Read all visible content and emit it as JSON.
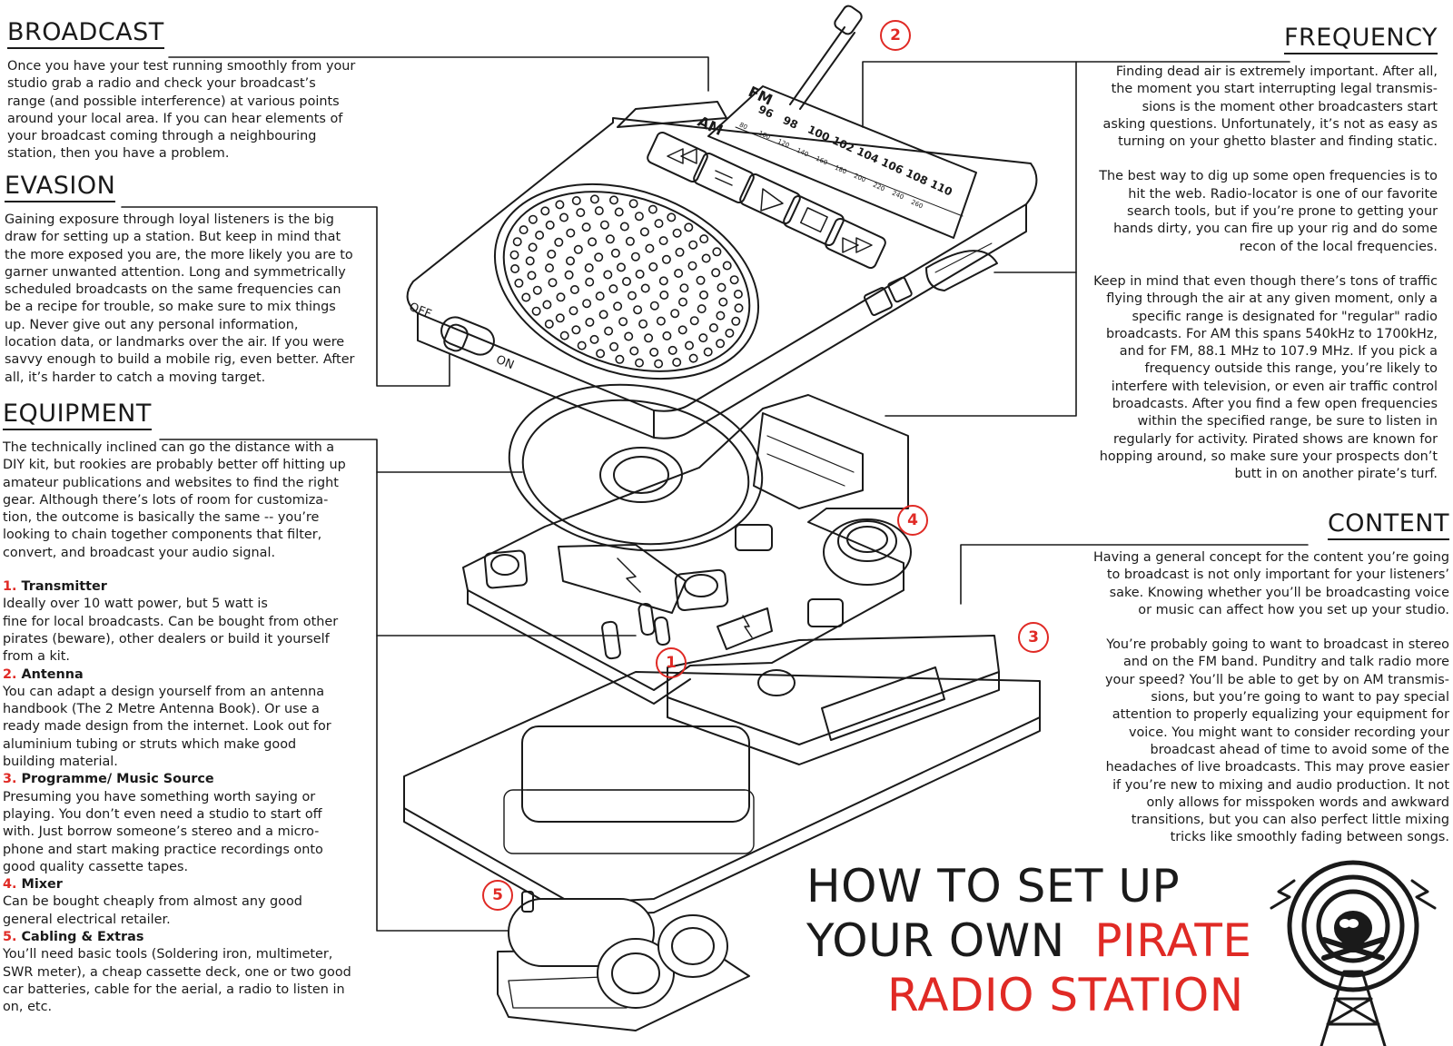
{
  "broadcast": {
    "heading": "BROADCAST",
    "text": "Once you have your test running smoothly from your\nstudio grab a radio and check your broadcast’s\nrange (and possible interference) at various points\naround your local area. If you can hear elements of\nyour broadcast coming through a neighbouring\nstation, then you have a problem."
  },
  "evasion": {
    "heading": "EVASION",
    "text": "Gaining exposure through loyal listeners is the big\ndraw for setting up a station. But keep in mind that\nthe more exposed you are, the more likely you are to\ngarner unwanted attention. Long and symmetrically\nscheduled broadcasts on the same frequencies can\nbe a recipe for trouble, so make sure to mix things\nup. Never give out any personal information,\nlocation data, or landmarks over the air. If you were\nsavvy enough to build a mobile rig, even better. After\nall, it’s harder to catch a moving target."
  },
  "equipment": {
    "heading": "EQUIPMENT",
    "intro": "The technically inclined can go the distance with a\nDIY kit, but rookies are probably better off hitting up\namateur publications and websites to find the right\ngear. Although there’s lots of room for customiza-\ntion, the outcome is basically the same -- you’re\nlooking to chain together components that filter,\nconvert, and broadcast your audio signal.",
    "items": [
      {
        "num": "1.",
        "title": "Transmitter",
        "text": "Ideally over 10 watt power, but 5 watt is\nfine for local broadcasts. Can be bought from other\npirates (beware), other dealers or build it yourself\nfrom a kit."
      },
      {
        "num": "2.",
        "title": "Antenna",
        "text": "You can adapt a design yourself from an antenna\nhandbook (The 2 Metre Antenna Book). Or use a\nready made design from the internet. Look out for\naluminium tubing or struts which make good\nbuilding material."
      },
      {
        "num": "3.",
        "title": "Programme/ Music Source",
        "text": "Presuming you have something worth saying or\nplaying. You don’t even need a studio to start off\nwith. Just borrow someone’s stereo and a micro-\nphone and start making practice recordings onto\ngood quality cassette tapes."
      },
      {
        "num": "4.",
        "title": "Mixer",
        "text": "Can be bought cheaply from almost any good\ngeneral electrical retailer."
      },
      {
        "num": "5.",
        "title": "Cabling & Extras",
        "text": "You’ll need basic tools (Soldering iron, multimeter,\nSWR meter), a cheap cassette deck, one or two good\ncar batteries, cable for the aerial, a radio to listen in\non, etc."
      }
    ]
  },
  "frequency": {
    "heading": "FREQUENCY",
    "p1": "Finding dead air is extremely important. After all,\nthe moment you start interrupting legal transmis-\nsions is the moment other broadcasters start\nasking questions. Unfortunately, it’s not as easy as\nturning on your ghetto blaster and finding static.",
    "p2": "The best way to dig up some open frequencies is to\nhit the web. Radio-locator is one of our favorite\nsearch tools, but if you’re prone to getting your\nhands dirty, you can fire up your rig and do some\nrecon of the local frequencies.",
    "p3": "Keep in mind that even though there’s tons of traffic\nflying through the air at any given moment, only a\nspecific range is designated for \"regular\" radio\nbroadcasts. For AM this spans 540kHz to 1700kHz,\nand for FM, 88.1 MHz to 107.9 MHz. If you pick a\nfrequency outside this range, you’re likely to\ninterfere with television, or even air traffic control\nbroadcasts. After you find a few open frequencies\nwithin the specified range, be sure to listen in\nregularly for activity. Pirated shows are known for\nhopping around, so make sure your prospects don’t\nbutt in on another pirate’s turf."
  },
  "content": {
    "heading": "CONTENT",
    "p1": "Having a general concept for the content you’re going\nto broadcast is not only important for your listeners’\nsake. Knowing whether you’ll be broadcasting voice\nor music can affect how you set up your studio.",
    "p2": "You’re probably going to want to broadcast in stereo\nand on the FM band. Punditry and talk radio more\nyour speed? You’ll be able to get by on AM transmis-\nsions, but you’re going to want to pay special\nattention to properly equalizing your equipment for\nvoice. You might want to consider recording your\nbroadcast ahead of time to avoid some of the\nheadaches of live broadcasts. This may prove easier\nif you’re new to mixing and audio production. It not\nonly allows for misspoken words and awkward\ntransitions, but you can also perfect little mixing\ntricks like smoothly fading between songs."
  },
  "title": {
    "line1": "HOW TO SET UP",
    "line2a": "YOUR OWN",
    "line2b": "PIRATE",
    "line3": "RADIO STATION"
  },
  "radio": {
    "band_fm": "FM",
    "band_am": "AM",
    "fm_ticks": [
      "96",
      "98",
      "100",
      "102",
      "104",
      "106",
      "108",
      "110"
    ],
    "am_ticks": [
      "80",
      "100",
      "120",
      "140",
      "160",
      "180",
      "200",
      "220",
      "240",
      "260"
    ],
    "switch_off": "OFF",
    "switch_on": "ON"
  },
  "badges": [
    "1",
    "2",
    "3",
    "4",
    "5"
  ],
  "colors": {
    "accent": "#e02a25",
    "ink": "#1a1a1a"
  }
}
